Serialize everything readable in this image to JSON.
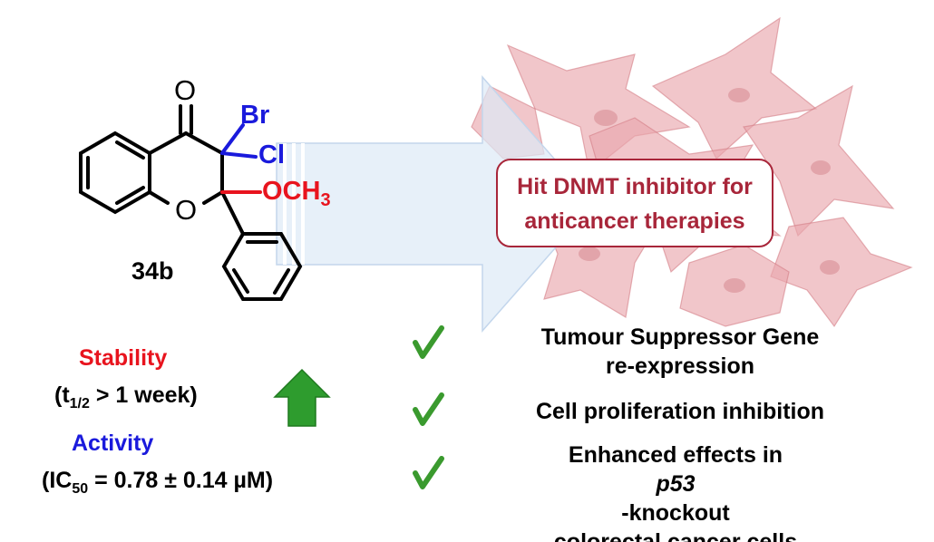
{
  "compound": {
    "label": "34b",
    "atoms": {
      "carbonyl_oxygen": "O",
      "ring_oxygen": "O",
      "bromo": "Br",
      "chloro": "Cl",
      "methoxy": "OCH",
      "methoxy_subscript": "3"
    }
  },
  "hit_box": {
    "line1": "Hit DNMT inhibitor for",
    "line2": "anticancer therapies"
  },
  "stability": {
    "heading": "Stability",
    "prefix": "(t",
    "subscript": "1/2",
    "suffix": " > 1 week)"
  },
  "activity": {
    "heading": "Activity",
    "prefix": "(IC",
    "subscript": "50",
    "suffix": " = 0.78 ± 0.14 µM)"
  },
  "effects": [
    {
      "line1": "Tumour Suppressor Gene",
      "line2": "re-expression"
    },
    {
      "line1": "Cell proliferation inhibition"
    },
    {
      "line1_pre": "Enhanced effects in ",
      "line1_italic": "p53",
      "line1_post": "-knockout",
      "line2": "colorectal cancer cells"
    }
  ],
  "colors": {
    "halogen_blue": "#1a1adc",
    "oxygen_red": "#e8141e",
    "stability_red": "#e8141e",
    "activity_blue": "#1a1adc",
    "hit_box_border": "#a8263a",
    "check_green": "#3a9a2e",
    "up_arrow_green": "#2e9c2e",
    "cell_pink": "#e8a0a6",
    "big_arrow_light": "#dde9f6"
  },
  "icons": [
    "check-icon",
    "up-arrow-icon",
    "big-arrow-shape",
    "cancer-cell-background"
  ]
}
